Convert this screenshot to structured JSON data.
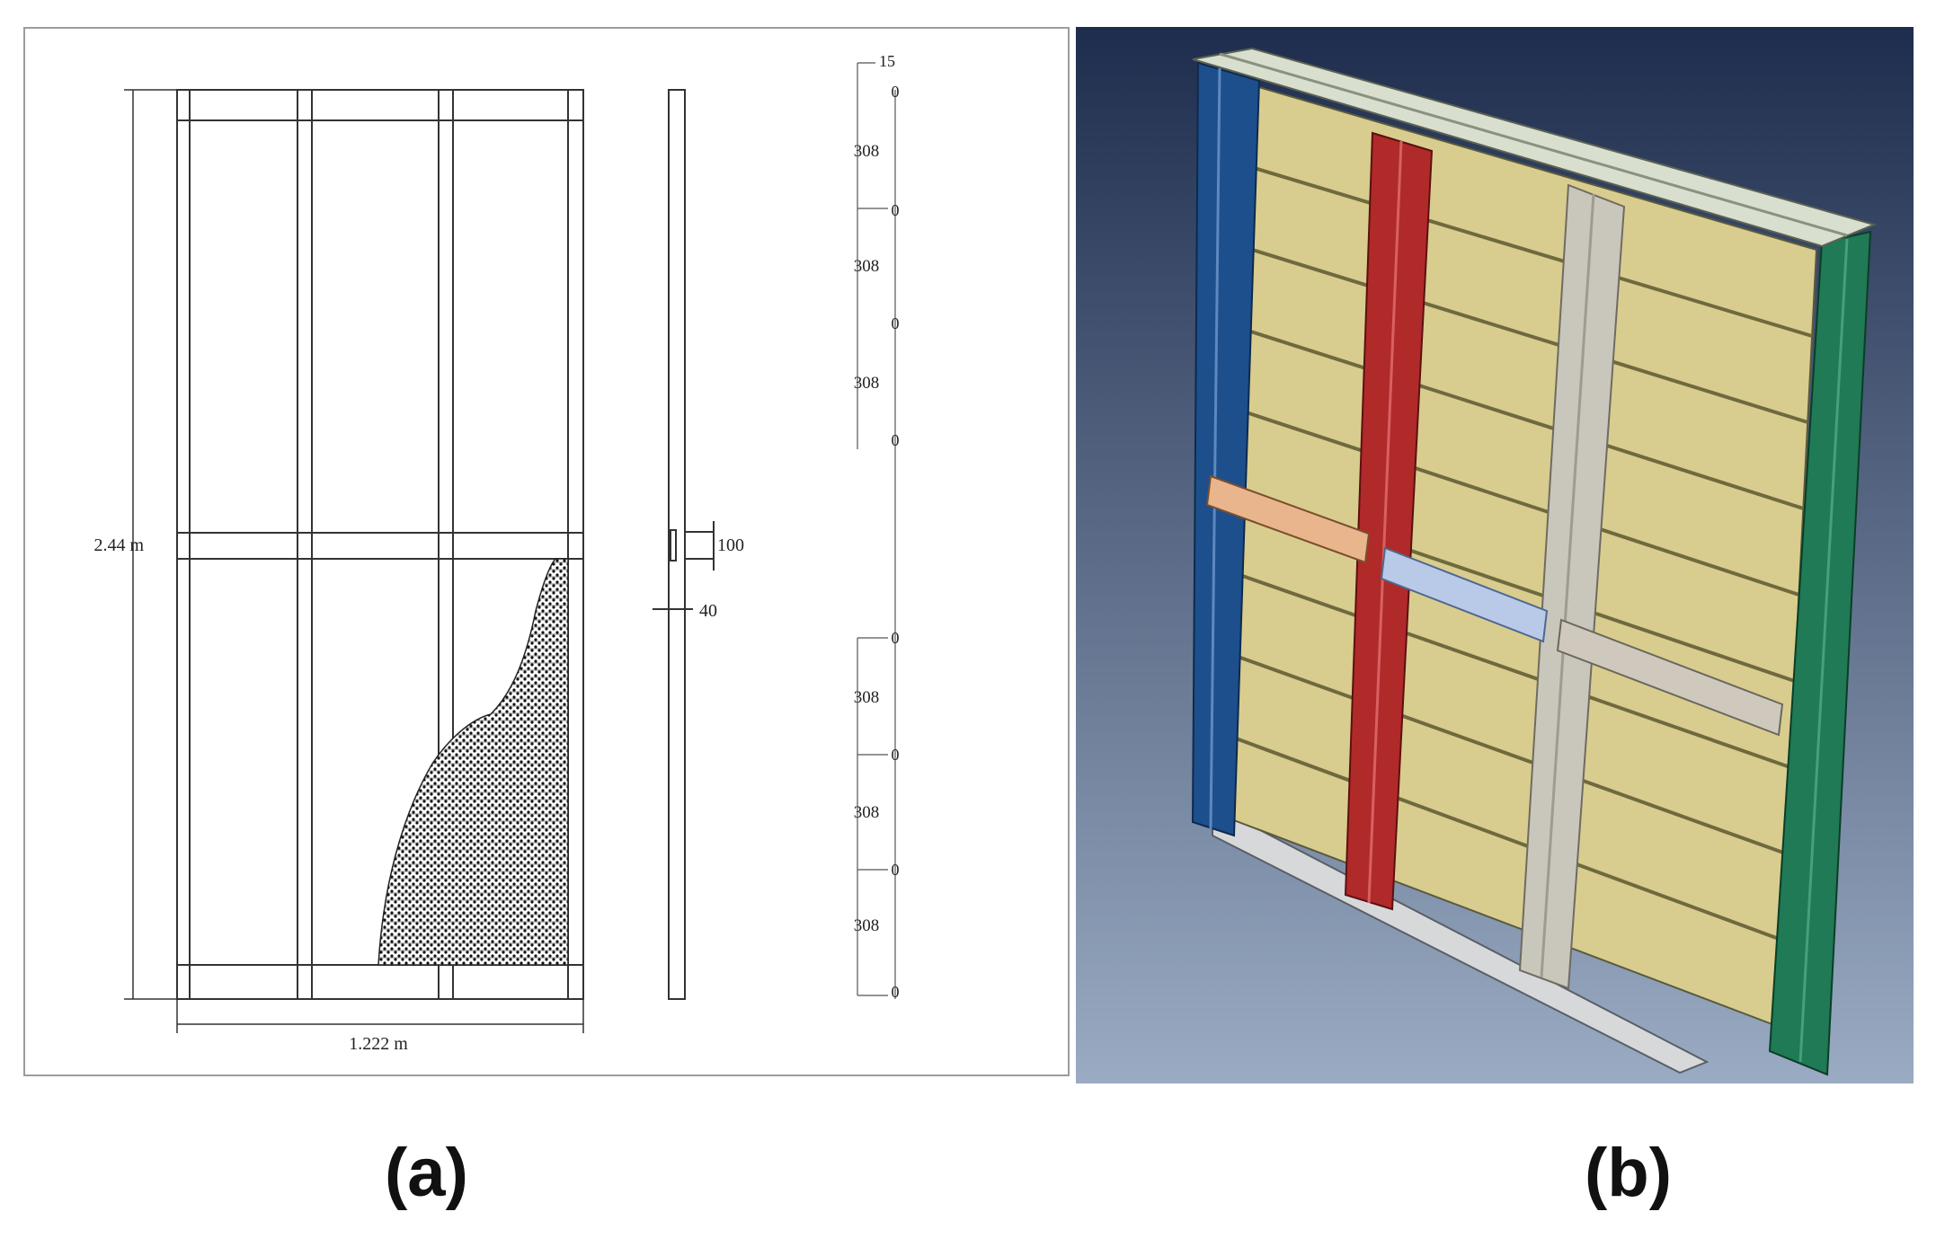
{
  "figure": {
    "caption_a": "(a)",
    "caption_b": "(b)"
  },
  "drawing_a": {
    "height_label": "2.44 m",
    "width_label": "1.222 m",
    "section_gap_label": "100",
    "section_thickness_label": "40",
    "top_offset_label": "15",
    "spacing_label": "308",
    "circle_marker": "0"
  },
  "colors": {
    "frame_blue": "#1d4f8c",
    "stud_red": "#b02a2a",
    "stud_grey": "#c9c6bb",
    "frame_green": "#1f7a55",
    "sheathing": "#d8cd8e",
    "bracing_orange": "#e9b58d",
    "bracing_lightblue": "#b9c9e8",
    "bracing_grey": "#cfc9bd",
    "background_top": "#1e2d4d",
    "background_bottom": "#9aabc3"
  }
}
